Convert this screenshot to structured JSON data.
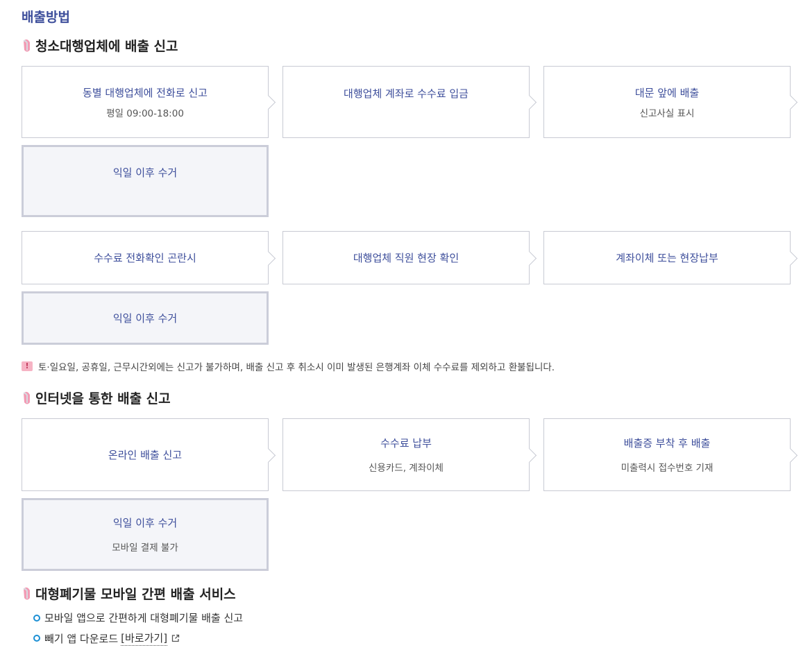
{
  "page_title": "배출방법",
  "section1": {
    "heading": "청소대행업체에 배출 신고",
    "flow1": [
      {
        "main": "동별 대행업체에 전화로 신고",
        "sub": "평일 09:00-18:00"
      },
      {
        "main": "대행업체 계좌로 수수료 입금",
        "sub": ""
      },
      {
        "main": "대문 앞에 배출",
        "sub": "신고사실 표시"
      },
      {
        "main": "익일 이후 수거",
        "sub": ""
      }
    ],
    "flow2": [
      {
        "main": "수수료 전화확인 곤란시",
        "sub": ""
      },
      {
        "main": "대행업체 직원 현장 확인",
        "sub": ""
      },
      {
        "main": "계좌이체 또는 현장납부",
        "sub": ""
      },
      {
        "main": "익일 이후 수거",
        "sub": ""
      }
    ],
    "notice": "토·일요일, 공휴일, 근무시간외에는 신고가 불가하며, 배출 신고 후 취소시 이미 발생된 은행계좌 이체 수수료를 제외하고 환불됩니다.",
    "notice_icon_glyph": "!"
  },
  "section2": {
    "heading": "인터넷을 통한 배출 신고",
    "flow": [
      {
        "main": "온라인 배출 신고",
        "sub": ""
      },
      {
        "main": "수수료 납부",
        "sub": "신용카드, 계좌이체"
      },
      {
        "main": "배출증 부착 후 배출",
        "sub": "미출력시 접수번호 기재"
      },
      {
        "main": "익일 이후 수거",
        "sub": "모바일 결제 불가"
      }
    ]
  },
  "section3": {
    "heading": "대형폐기물 모바일 간편 배출 서비스",
    "bullet1": "모바일 앱으로 간편하게 대형폐기물 배출 신고",
    "bullet2_text": "빼기 앱 다운로드",
    "bullet2_link": "[바로가기]"
  },
  "icons": {
    "pin": "pin-icon",
    "notice": "warning-icon",
    "bullet": "circle-bullet-icon",
    "external": "external-link-icon"
  },
  "colors": {
    "accent": "#3d4e9b",
    "pin": "#f29bb4",
    "bullet": "#1b8fd4",
    "final_bg": "#f4f5f9"
  }
}
